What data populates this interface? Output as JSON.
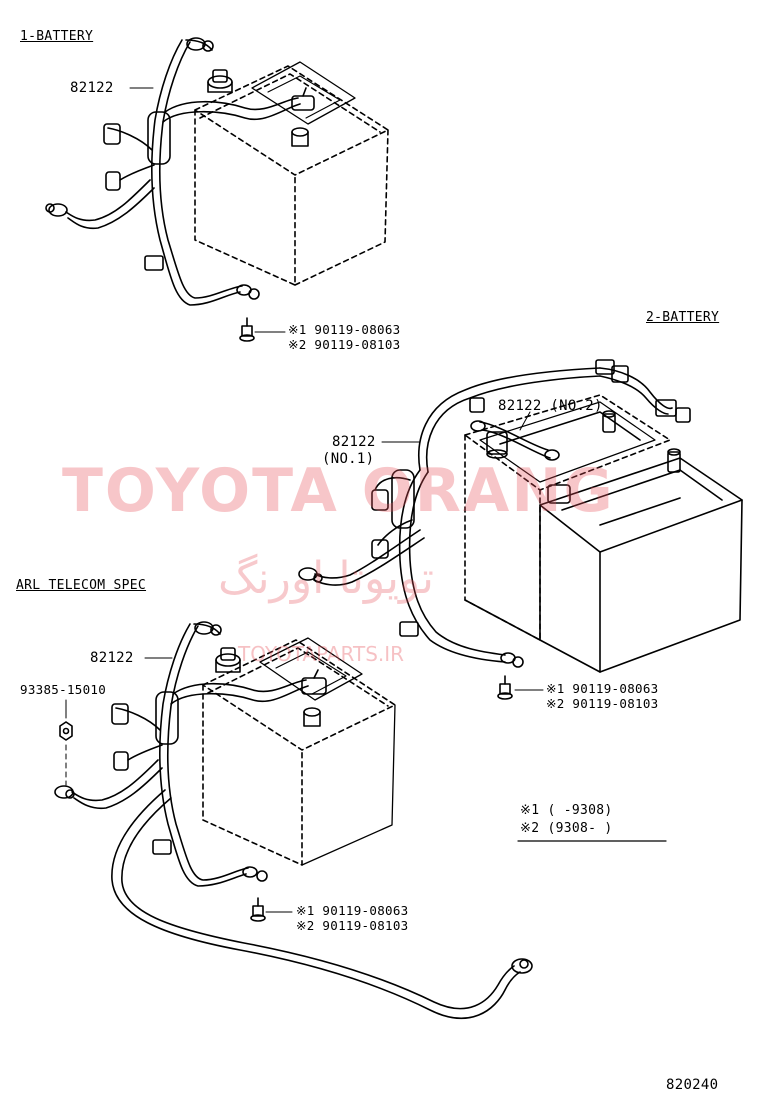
{
  "diagram": {
    "accent_color": "#e8515a",
    "sections": {
      "one_battery": {
        "title": "1-BATTERY",
        "cable_part": "82122",
        "bolt_1": "※1 90119-08063",
        "bolt_2": "※2 90119-08103"
      },
      "two_battery": {
        "title": "2-BATTERY",
        "cable_no2": "82122 (NO.2)",
        "cable_no1_part": "82122",
        "cable_no1_tag": "(NO.1)",
        "bolt_1": "※1 90119-08063",
        "bolt_2": "※2 90119-08103"
      },
      "arl": {
        "title": "ARL TELECOM SPEC",
        "cable_part": "82122",
        "nut_part": "93385-15010",
        "bolt_1": "※1 90119-08063",
        "bolt_2": "※2 90119-08103"
      }
    },
    "legend": {
      "note_1": "※1 (      -9308)",
      "note_2": "※2 (9308-       )"
    },
    "figure_number": "820240",
    "watermark": {
      "main": "TOYOTA ORANG",
      "persian": "تویوتا اورنگ",
      "url": "TOYOTAPARTS.IR"
    }
  }
}
